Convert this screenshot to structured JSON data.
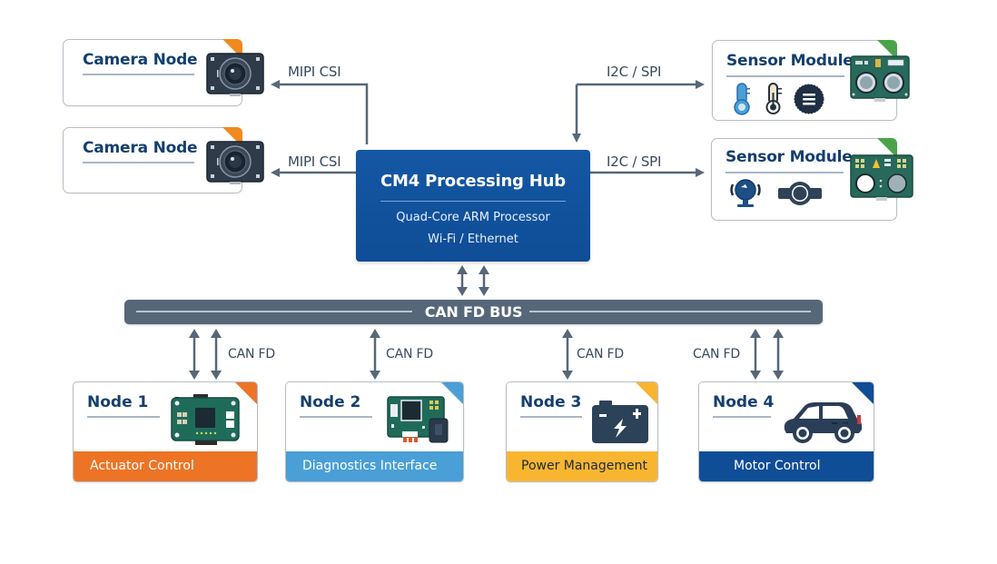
{
  "diagram": {
    "hub": {
      "title": "CM4 Processing Hub",
      "lines": [
        "Quad-Core ARM Processor",
        "Wi-Fi / Ethernet"
      ]
    },
    "cameras": [
      {
        "title": "Camera Node",
        "icon": "camera-icon",
        "accent": "#f0891e",
        "link_label": "MIPI CSI"
      },
      {
        "title": "Camera Node",
        "icon": "camera-icon",
        "accent": "#f0891e",
        "link_label": "MIPI CSI"
      }
    ],
    "sensors": [
      {
        "title": "Sensor Module",
        "accent": "#4aa348",
        "link_label": "I2C / SPI",
        "icons": [
          "thermometer-blue-icon",
          "thermometer-icon",
          "gas-sensor-icon"
        ],
        "board": "ultrasonic-sensor-board-icon"
      },
      {
        "title": "Sensor Module",
        "accent": "#4aa348",
        "link_label": "I2C / SPI",
        "icons": [
          "webcam-icon",
          "proximity-sensor-icon"
        ],
        "board": "sensor-board-icon"
      }
    ],
    "bus": {
      "label": "CAN FD BUS"
    },
    "bus_link_label": "CAN FD",
    "nodes": [
      {
        "title": "Node 1",
        "footer": "Actuator Control",
        "accent": "#ec7424",
        "footer_text_color": "#ffffff",
        "icon": "circuit-board-icon",
        "link_label": "CAN FD"
      },
      {
        "title": "Node 2",
        "footer": "Diagnostics Interface",
        "accent": "#4a9fd6",
        "footer_text_color": "#ffffff",
        "icon": "diagnostics-board-icon",
        "link_label": "CAN FD"
      },
      {
        "title": "Node 3",
        "footer": "Power Management",
        "accent": "#f8b630",
        "footer_text_color": "#1f2a36",
        "icon": "battery-icon",
        "link_label": "CAN FD"
      },
      {
        "title": "Node 4",
        "footer": "Motor Control",
        "accent": "#0f4d97",
        "footer_text_color": "#ffffff",
        "icon": "car-icon",
        "link_label": "CAN FD"
      }
    ],
    "colors": {
      "hub": "#1457a3",
      "bus": "#566779",
      "wire": "#566779",
      "title_text": "#153f6e"
    }
  }
}
